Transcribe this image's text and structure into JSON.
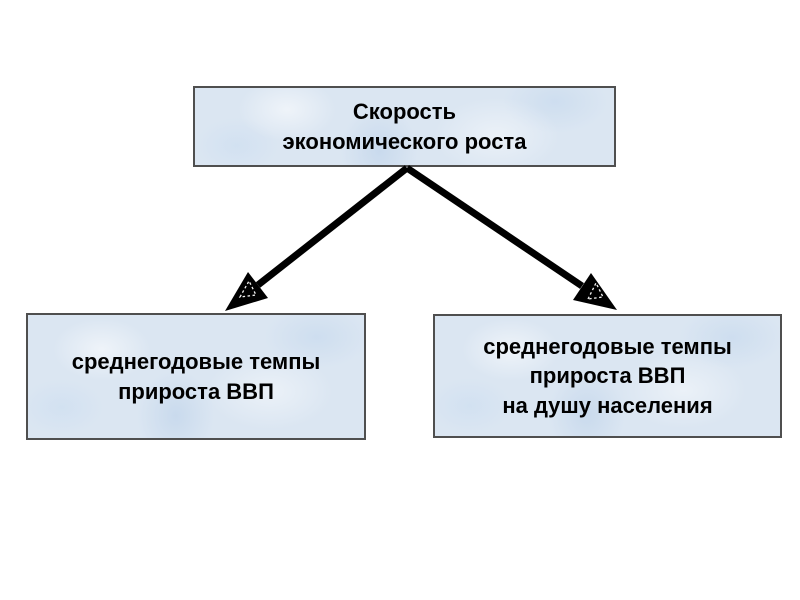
{
  "colors": {
    "background": "#ffffff",
    "box_fill": "#dbe6f2",
    "box_border": "#4f4f4f",
    "arrow": "#000000",
    "text": "#000000"
  },
  "nodes": {
    "root": {
      "label": "Скорость\nэкономического роста"
    },
    "left": {
      "label": "среднегодовые темпы\nприроста ВВП"
    },
    "right": {
      "label": "среднегодовые темпы\nприроста ВВП\nна душу населения"
    }
  },
  "edges": [
    {
      "from": "root",
      "to": "left"
    },
    {
      "from": "root",
      "to": "right"
    }
  ]
}
